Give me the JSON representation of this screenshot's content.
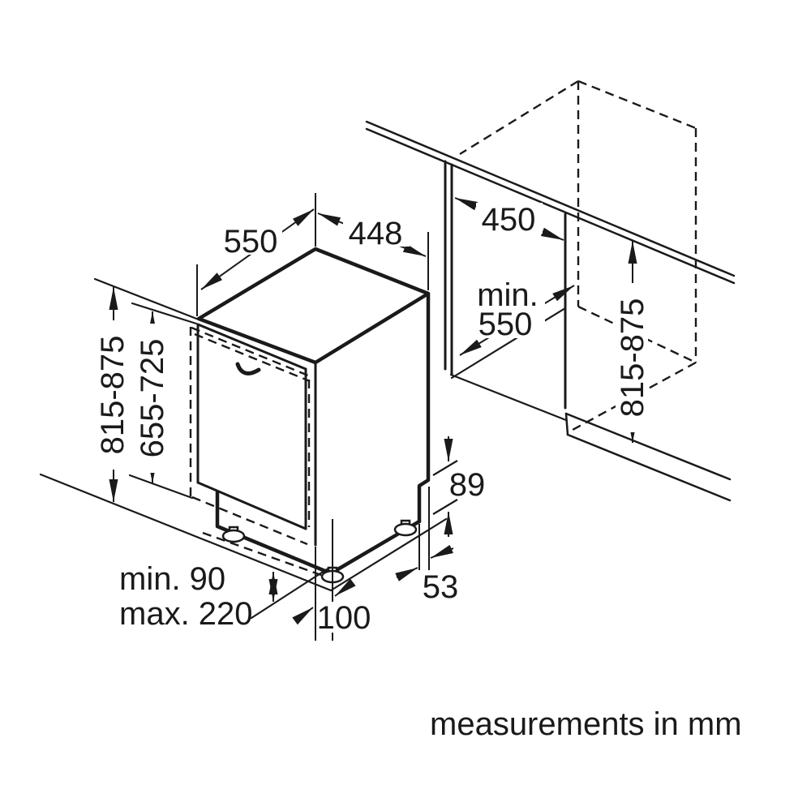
{
  "diagram": {
    "title_note": "measurements in mm",
    "colors": {
      "line": "#1a1a1a",
      "background": "#ffffff"
    },
    "dims": {
      "top_depth": "550",
      "top_width": "448",
      "niche_width": "450",
      "niche_depth_prefix": "min.",
      "niche_depth_value": "550",
      "niche_height": "815-875",
      "appliance_height": "815-875",
      "door_panel_height": "655-725",
      "base_frame_height": "89",
      "base_recess_depth": "53",
      "foot_inset": "100",
      "plinth_min": "min. 90",
      "plinth_max": "max. 220"
    }
  }
}
